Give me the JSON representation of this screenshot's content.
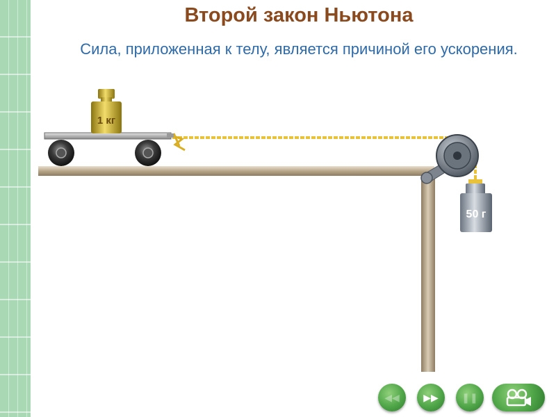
{
  "title": "Второй закон Ньютона",
  "subtitle": "Сила, приложенная к телу, является причиной его ускорения.",
  "cart_weight_label": "1 кг",
  "hanging_weight_label": "50 г",
  "controls": {
    "rewind_label": "◀◀",
    "forward_label": "▶▶",
    "pause_label": "❚❚"
  },
  "colors": {
    "title": "#8a4a1e",
    "subtitle": "#2f6aa8",
    "sidebar": "#a8d8b4",
    "rope": "#e8c23a",
    "table": "#c8b8a0",
    "control_green": "#4fa548"
  }
}
